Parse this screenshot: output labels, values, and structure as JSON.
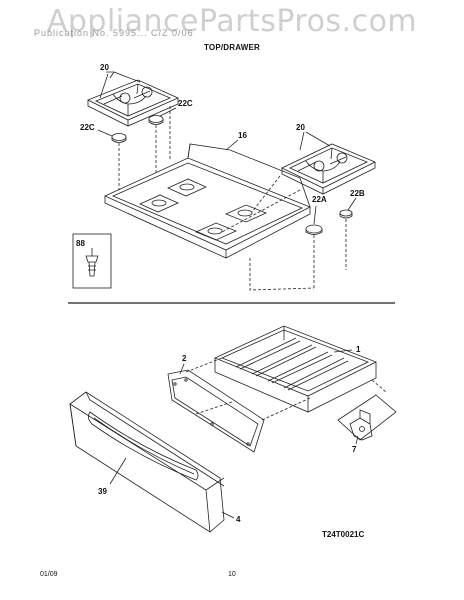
{
  "watermark": "AppliancePartsPros.com",
  "header": {
    "model_text": "Publication No. 5995... C/Z 0/06",
    "section_title": "TOP/DRAWER"
  },
  "callouts": {
    "grate_left": "20",
    "cap_left_front": "22C",
    "cap_left_rear": "22C",
    "cooktop": "16",
    "grate_right": "20",
    "cap_right_front": "22A",
    "cap_right_rear": "22B",
    "screw_box": "88",
    "drawer_body": "1",
    "drawer_gasket": "2",
    "drawer_front": "39",
    "drawer_panel": "4",
    "drawer_clip": "7"
  },
  "diagram_code": "T24T0021C",
  "footer": {
    "date": "01/09",
    "page": "10"
  }
}
